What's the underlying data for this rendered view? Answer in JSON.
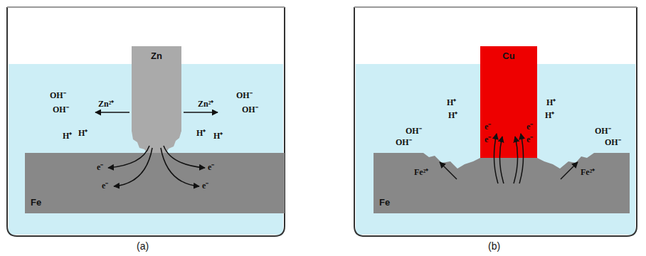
{
  "diagram": {
    "nodes": [
      {
        "text": [
          "Zn"
        ]
      },
      {
        "text": [
          "Fe"
        ]
      },
      {
        "text": [
          "Cu"
        ]
      },
      {
        "text": [
          "Fe"
        ]
      }
    ],
    "labels": [
      "OH⁻",
      "OH⁻",
      "Zn²⁺",
      "H⁺",
      "H⁺",
      "Zn²⁺",
      "OH⁻",
      "OH⁻",
      "H⁺",
      "H⁺",
      "e⁻",
      "e⁻",
      "e⁻",
      "e⁻",
      "(a)",
      "H⁺",
      "H⁺",
      "H⁺",
      "H⁺",
      "OH⁻",
      "OH⁻",
      "OH⁻",
      "OH⁻",
      "Fe²⁺",
      "Fe²⁺",
      "e⁻",
      "e⁻",
      "e⁻",
      "e⁻",
      "(b)"
    ]
  }
}
